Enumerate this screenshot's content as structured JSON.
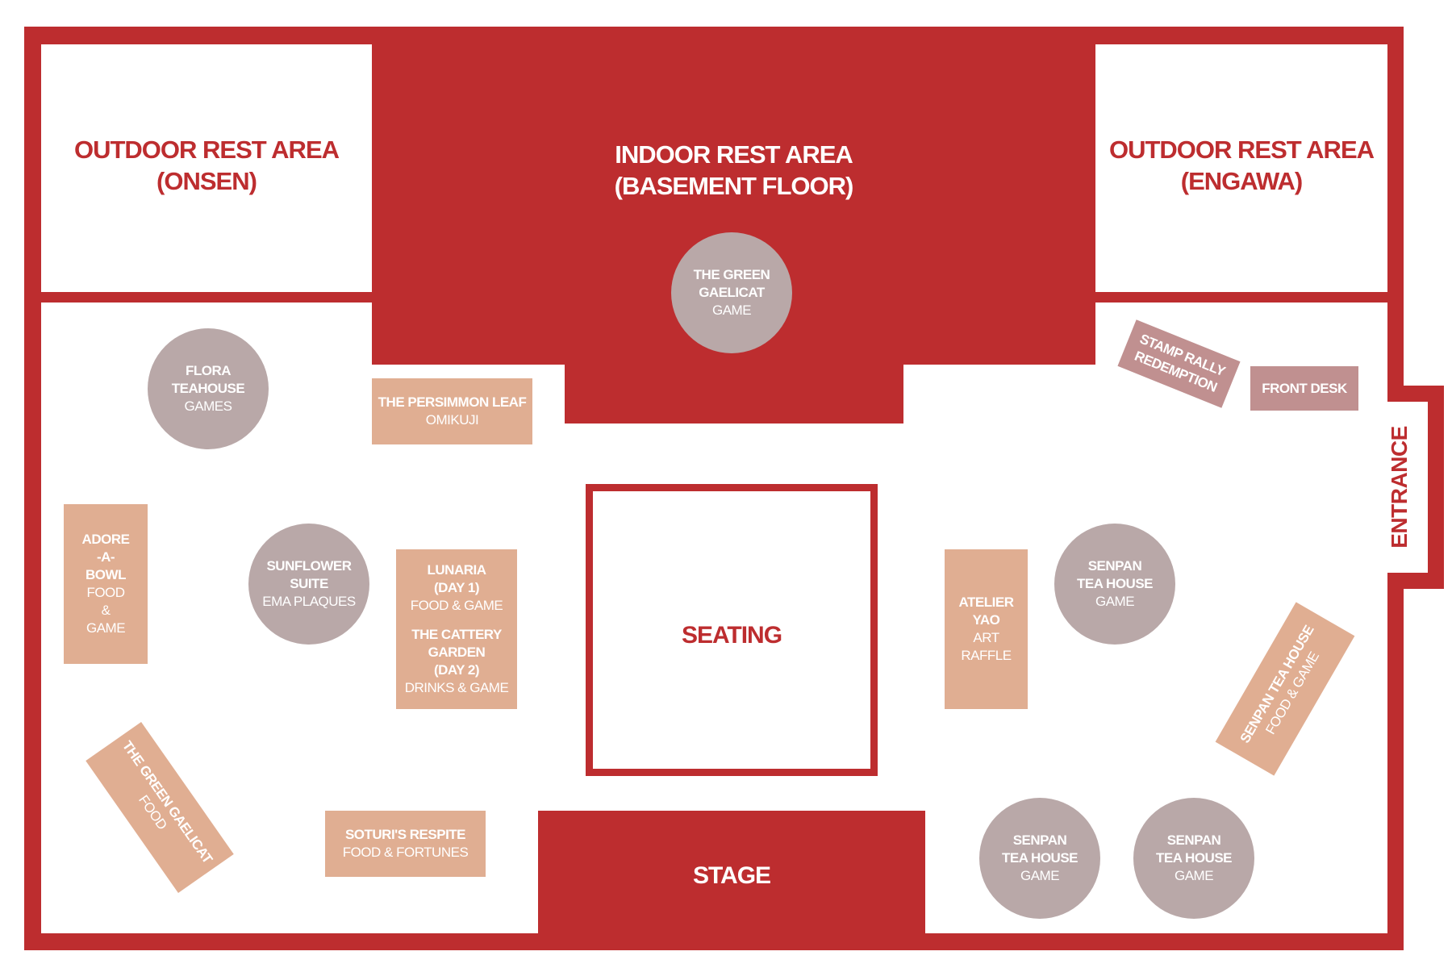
{
  "map": {
    "zones": {
      "outdoor_onsen": [
        "OUTDOOR REST AREA",
        "(ONSEN)"
      ],
      "indoor": [
        "INDOOR REST AREA",
        "(BASEMENT FLOOR)"
      ],
      "outdoor_engawa": [
        "OUTDOOR REST AREA",
        "(ENGAWA)"
      ],
      "seating": "SEATING",
      "stage": "STAGE",
      "entrance": "ENTRANCE"
    },
    "booths": {
      "green_gaelicat_game": {
        "name": [
          "THE GREEN",
          "GAELICAT"
        ],
        "category": [
          "GAME"
        ]
      },
      "flora_teahouse": {
        "name": [
          "FLORA",
          "TEAHOUSE"
        ],
        "category": [
          "GAMES"
        ]
      },
      "persimmon_leaf": {
        "name": [
          "THE PERSIMMON LEAF"
        ],
        "category": [
          "OMIKUJI"
        ]
      },
      "stamp_rally": {
        "name": [
          "STAMP RALLY",
          "REDEMPTION"
        ]
      },
      "front_desk": {
        "name": [
          "FRONT DESK"
        ]
      },
      "adore_a_bowl": {
        "name": [
          "ADORE",
          "-A-",
          "BOWL"
        ],
        "category": [
          "FOOD",
          "&",
          "GAME"
        ]
      },
      "sunflower_suite": {
        "name": [
          "SUNFLOWER",
          "SUITE"
        ],
        "category": [
          "EMA PLAQUES"
        ]
      },
      "lunaria_cattery": {
        "name": [
          "LUNARIA",
          "(DAY 1)"
        ],
        "category": [
          "FOOD & GAME"
        ],
        "name2": [
          "THE CATTERY",
          "GARDEN",
          "(DAY 2)"
        ],
        "category2": [
          "DRINKS & GAME"
        ]
      },
      "atelier_yao": {
        "name": [
          "ATELIER",
          "YAO"
        ],
        "category": [
          "ART",
          "RAFFLE"
        ]
      },
      "senpan_game_1": {
        "name": [
          "SENPAN",
          "TEA HOUSE"
        ],
        "category": [
          "GAME"
        ]
      },
      "senpan_food": {
        "name": [
          "SENPAN TEA HOUSE"
        ],
        "category": [
          "FOOD & GAME"
        ]
      },
      "green_gaelicat_food": {
        "name": [
          "THE GREEN GAELICAT"
        ],
        "category": [
          "FOOD"
        ]
      },
      "soturi": {
        "name": [
          "SOTURI'S RESPITE"
        ],
        "category": [
          "FOOD & FORTUNES"
        ]
      },
      "senpan_game_2": {
        "name": [
          "SENPAN",
          "TEA HOUSE"
        ],
        "category": [
          "GAME"
        ]
      },
      "senpan_game_3": {
        "name": [
          "SENPAN",
          "TEA HOUSE"
        ],
        "category": [
          "GAME"
        ]
      }
    },
    "colors": {
      "red": "#bd2d2f",
      "booth_rect": "#e0ae92",
      "booth_circle": "#b9a8a8",
      "booth_mauve": "#c09090"
    }
  }
}
